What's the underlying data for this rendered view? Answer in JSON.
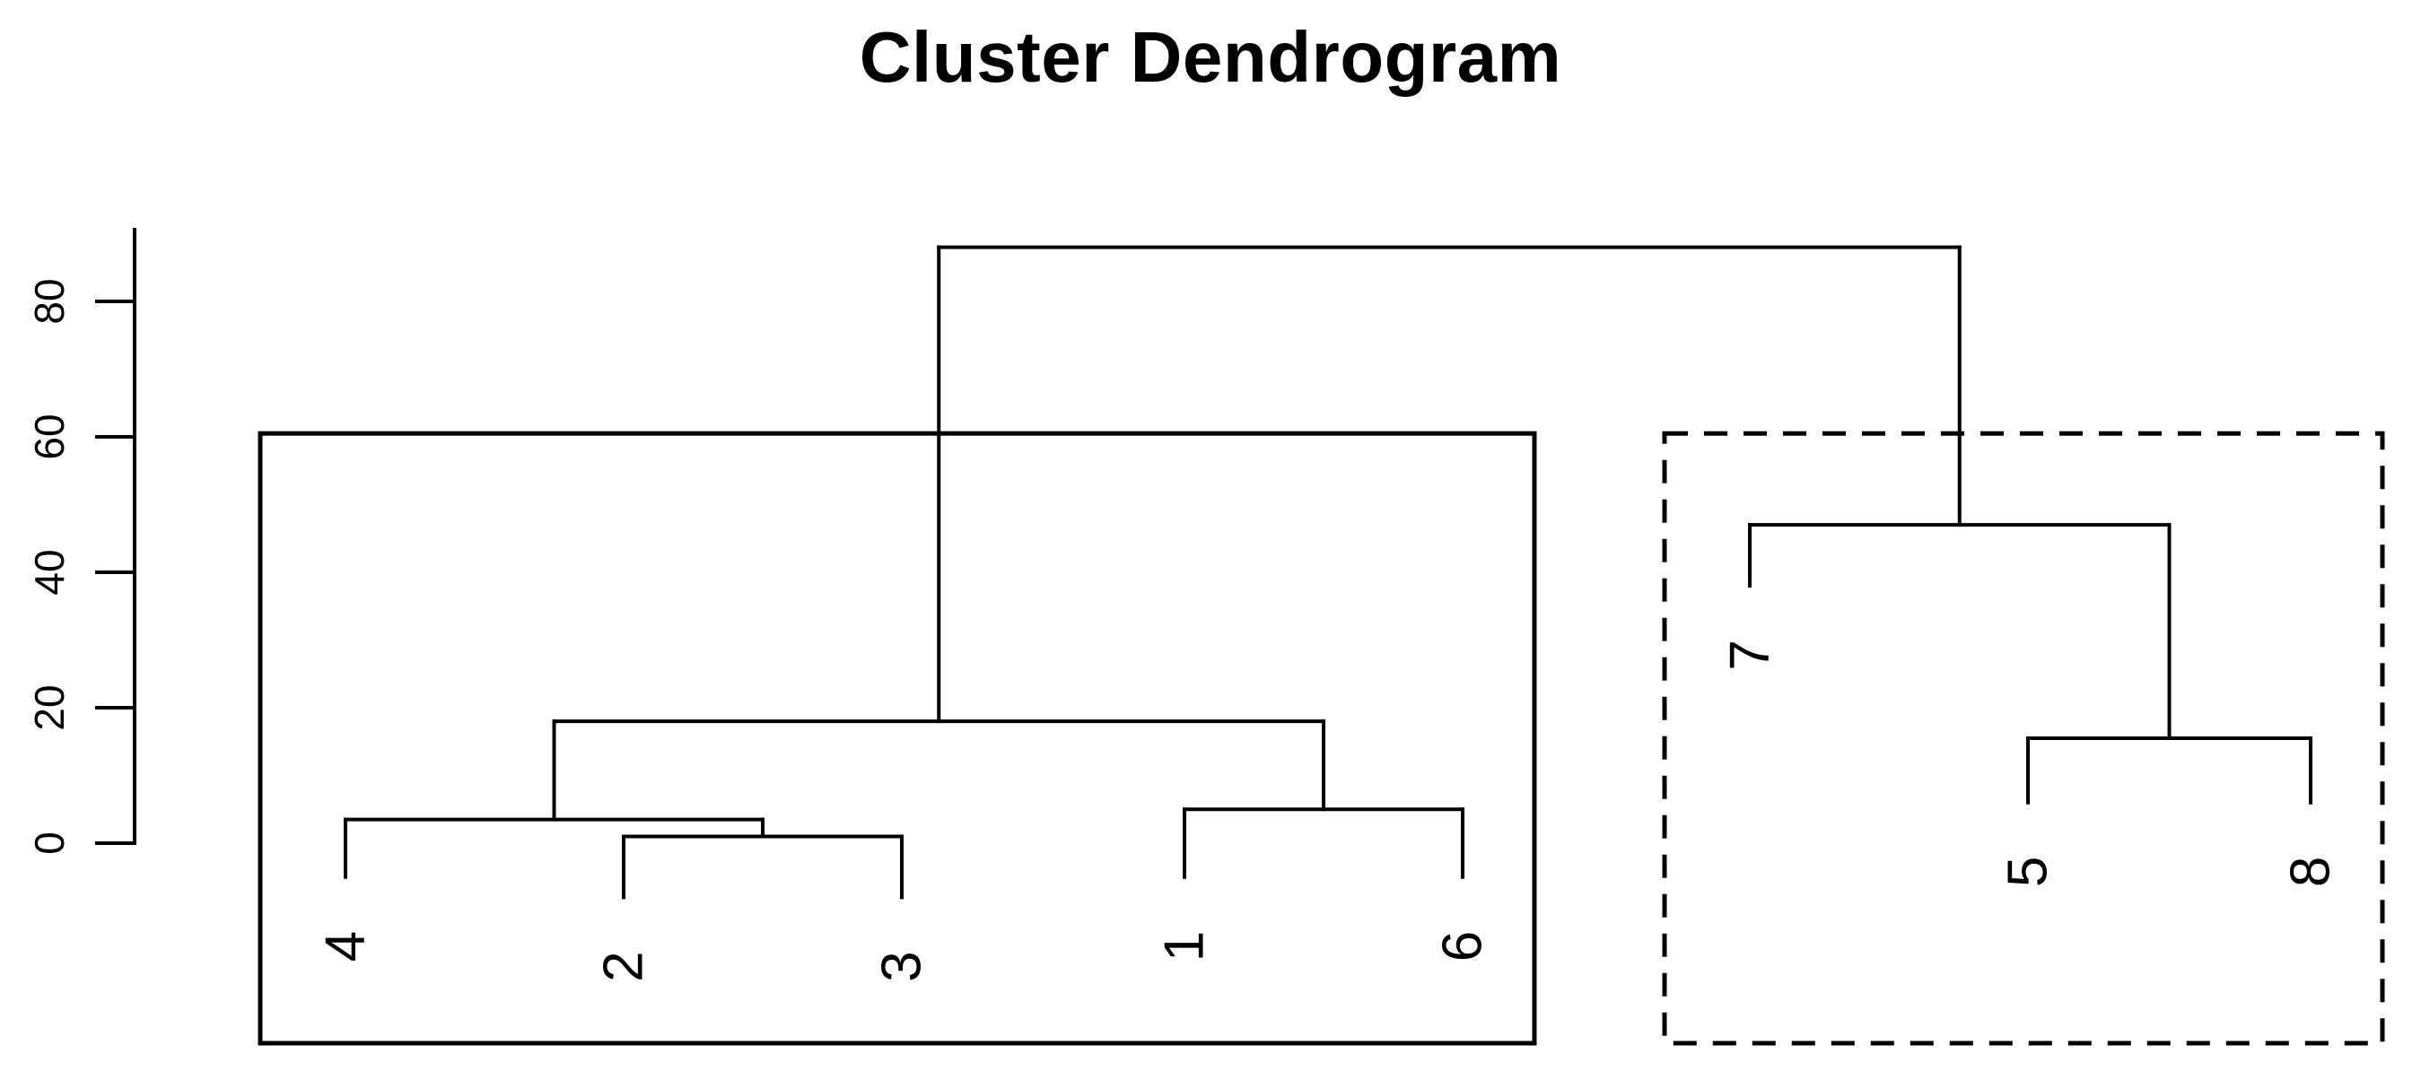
{
  "chart_data": {
    "type": "dendrogram",
    "title": "Cluster Dendrogram",
    "ylim": [
      0,
      90
    ],
    "yticks": [
      0,
      20,
      40,
      60,
      80
    ],
    "leaves": [
      {
        "id": "4",
        "label": "4",
        "leaf_height": -5
      },
      {
        "id": "2",
        "label": "2",
        "leaf_height": -8
      },
      {
        "id": "3",
        "label": "3",
        "leaf_height": -8
      },
      {
        "id": "1",
        "label": "1",
        "leaf_height": -5
      },
      {
        "id": "6",
        "label": "6",
        "leaf_height": -5
      },
      {
        "id": "7",
        "label": "7",
        "leaf_height": 38
      },
      {
        "id": "5",
        "label": "5",
        "leaf_height": 6
      },
      {
        "id": "8",
        "label": "8",
        "leaf_height": 6
      }
    ],
    "merges": [
      {
        "id": "a",
        "children": [
          "2",
          "3"
        ],
        "height": 1
      },
      {
        "id": "b",
        "children": [
          "4",
          "a"
        ],
        "height": 3.5
      },
      {
        "id": "c",
        "children": [
          "1",
          "6"
        ],
        "height": 5
      },
      {
        "id": "d",
        "children": [
          "b",
          "c"
        ],
        "height": 18
      },
      {
        "id": "e",
        "children": [
          "5",
          "8"
        ],
        "height": 15.5
      },
      {
        "id": "f",
        "children": [
          "7",
          "e"
        ],
        "height": 47
      },
      {
        "id": "g",
        "children": [
          "d",
          "f"
        ],
        "height": 88
      }
    ],
    "cluster_boxes": [
      {
        "members": [
          "4",
          "2",
          "3",
          "1",
          "6"
        ],
        "style": "solid"
      },
      {
        "members": [
          "7",
          "5",
          "8"
        ],
        "style": "dashed"
      }
    ]
  }
}
